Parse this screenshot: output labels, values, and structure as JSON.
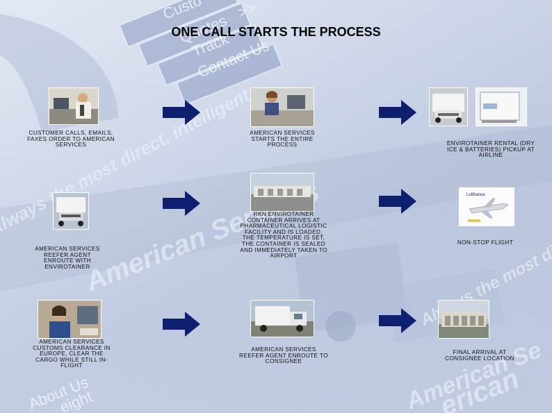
{
  "title": "ONE CALL STARTS THE PROCESS",
  "background": {
    "web_menu": [
      "Custo",
      "Quotes",
      ">>",
      "Track",
      "Contact Us",
      "About Us",
      "eight"
    ],
    "watermark_lines": [
      "Always the most direct, intelligent",
      "Always the most direct",
      "American Services",
      "American Se",
      "erican"
    ]
  },
  "colors": {
    "arrow": "#0d1f6e",
    "background": "#c9d3e7",
    "text": "#111111"
  },
  "steps": [
    {
      "id": "customer-calls",
      "caption": "CUSTOMER CALLS, EMAILS, FAXES ORDER TO AMERICAN SERVICES",
      "photo": "man-on-phone-at-desk"
    },
    {
      "id": "american-services-starts",
      "caption": "AMERICAN SERVICES STARTS THE ENTIRE PROCESS",
      "photo": "woman-at-office-desk"
    },
    {
      "id": "envirotainer-rental",
      "caption": "ENVIROTAINER RENTAL (DRY ICE & BATTERIES) PICKUP AT AIRLINE",
      "photo": "truck-and-container"
    },
    {
      "id": "reefer-agent-enroute",
      "caption": "AMERICAN SERVICES REEFER AGENT ENROUTE WITH ENVIROTAINER",
      "photo": "reefer-truck"
    },
    {
      "id": "container-arrives",
      "caption": "RKN ENVIROTAINER CONTAINER ARRIVES AT PHARMACEUTICAL LOGISTIC FACILITY AND IS LOADED, THE TEMPERATURE IS SET, THE CONTAINER IS SEALED AND IMMEDIATELY TAKEN TO AIRPORT",
      "photo": "warehouse-facility"
    },
    {
      "id": "non-stop-flight",
      "caption": "NON-STOP FLIGHT",
      "photo": "cargo-airplane",
      "photo_text": "Lufthansa"
    },
    {
      "id": "customs-clearance",
      "caption": "AMERICAN SERVICES CUSTOMS CLEARANCE IN EUROPE, CLEAR THE CARGO WHILE STILL IN-FLIGHT",
      "photo": "woman-on-phone"
    },
    {
      "id": "reefer-to-consignee",
      "caption": "AMERICAN SERVICES REEFER AGENT ENROUTE TO CONSIGNEE",
      "photo": "box-truck"
    },
    {
      "id": "final-arrival",
      "caption": "FINAL ARRIVAL AT CONSIGNEE LOCATION",
      "photo": "consignee-building"
    }
  ],
  "arrows": [
    "arrow-right-icon",
    "arrow-right-icon",
    "arrow-right-icon",
    "arrow-right-icon",
    "arrow-right-icon",
    "arrow-right-icon"
  ]
}
